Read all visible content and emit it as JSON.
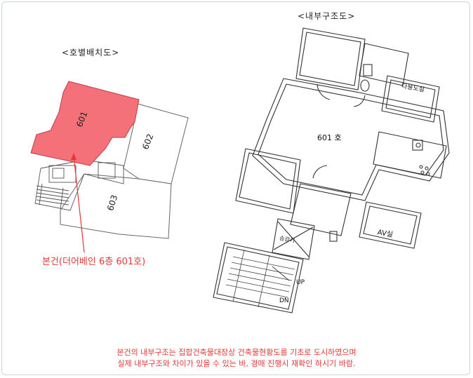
{
  "left_panel": {
    "title": "<호별배치도>",
    "units": [
      "601",
      "602",
      "603"
    ],
    "callout": "본건(더어베인 6층 601호)",
    "highlight_color": "#f4717a"
  },
  "right_panel": {
    "title": "<내부구조도>",
    "unit_label": "601 호",
    "room_labels": [
      "다용도실",
      "AV실",
      "승강기"
    ],
    "stair_labels": [
      "UP",
      "DN"
    ]
  },
  "footer": {
    "line1": "본건의 내부구조는 집합건축물대장상 건축물현황도를 기초로 도시하였으며",
    "line2": "실제 내부구조와 차이가 있을 수 있는 바, 경매 진행시 재확인 하시기 바람."
  },
  "colors": {
    "accent_red": "#e53935",
    "wall": "#333333"
  }
}
